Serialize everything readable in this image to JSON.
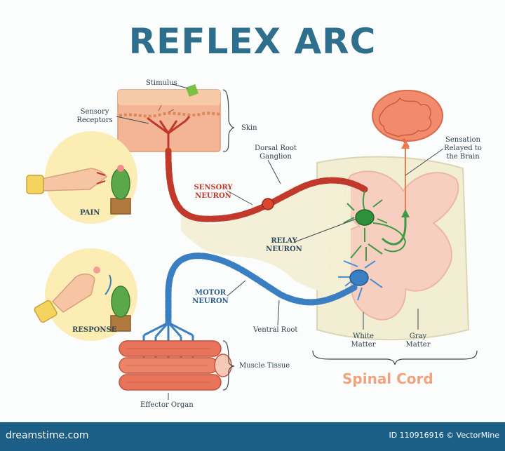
{
  "title": "REFLEX ARC",
  "labels": {
    "stimulus": "Stimulus",
    "sensory_receptors": [
      "Sensory",
      "Receptors"
    ],
    "skin": "Skin",
    "dorsal_root_ganglion": [
      "Dorsal Root",
      "Ganglion"
    ],
    "sensation": [
      "Sensation",
      "Relayed to",
      "the Brain"
    ],
    "sensory_neuron": [
      "SENSORY",
      "NEURON"
    ],
    "relay_neuron": [
      "RELAY",
      "NEURON"
    ],
    "motor_neuron": [
      "MOTOR",
      "NEURON"
    ],
    "pain": "PAIN",
    "response": "RESPONSE",
    "ventral_root": "Ventral Root",
    "white_matter": [
      "White",
      "Matter"
    ],
    "gray_matter": [
      "Gray",
      "Matter"
    ],
    "muscle_tissue": "Muscle Tissue",
    "effector_organ": "Effector Organ",
    "spinal_cord": "Spinal Cord"
  },
  "footer": {
    "brand": "dreamstime.com",
    "stock_id": "ID 110916916 © VectorMine"
  },
  "colors": {
    "title": "#2d6f8c",
    "sensory": "#c0392b",
    "motor": "#3a7fc1",
    "relay": "#2f8f3a",
    "footer": "#1c5f86"
  }
}
